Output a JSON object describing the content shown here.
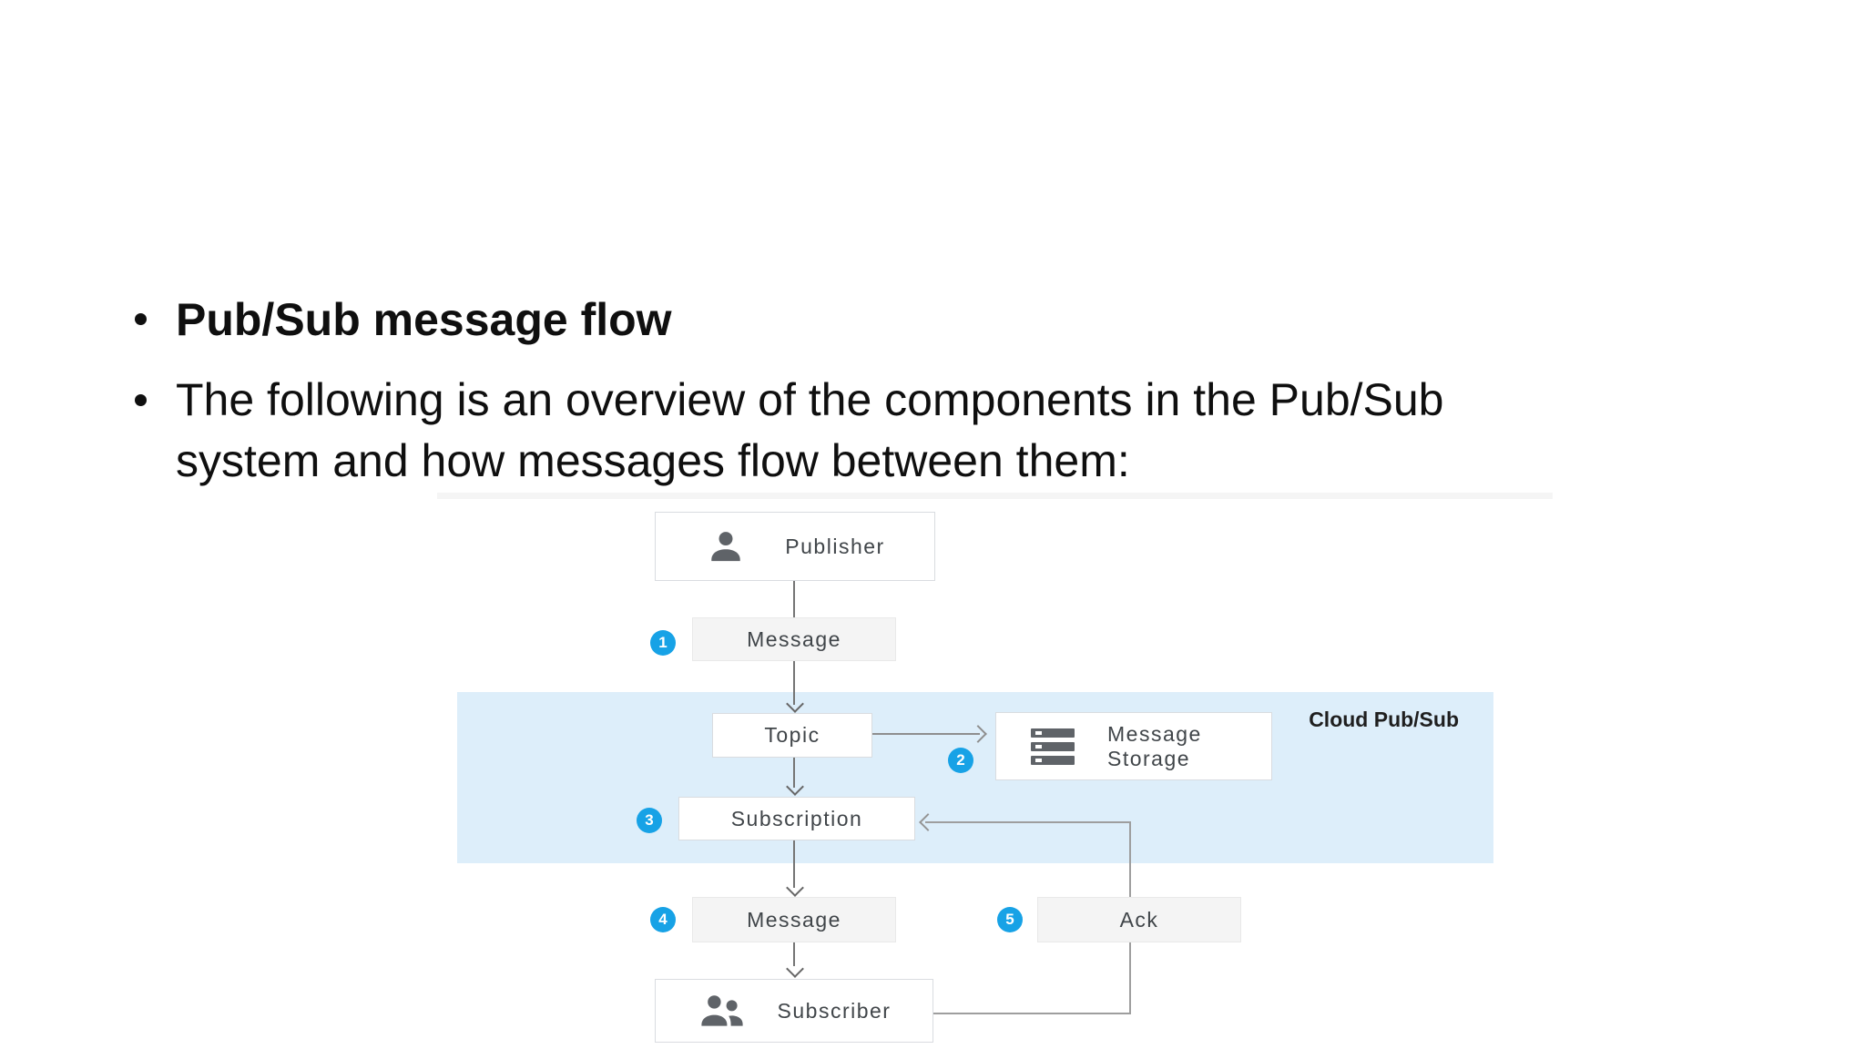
{
  "slide": {
    "title_bullet": "Pub/Sub message flow",
    "body_bullet_lines": [
      "The following is an overview of the components in the Pub/Sub",
      "system and how messages flow between them:"
    ]
  },
  "diagram": {
    "region_label": "Cloud Pub/Sub",
    "nodes": {
      "publisher": "Publisher",
      "message_in": "Message",
      "topic": "Topic",
      "storage_line1": "Message",
      "storage_line2": "Storage",
      "subscription": "Subscription",
      "message_out": "Message",
      "ack": "Ack",
      "subscriber": "Subscriber"
    },
    "badges": [
      "1",
      "2",
      "3",
      "4",
      "5"
    ],
    "icons": {
      "publisher": "person-icon",
      "subscriber": "people-icon",
      "storage": "storage-icon"
    },
    "colors": {
      "region_band": "#ddeefa",
      "badge_blue": "#17a2e6",
      "node_border": "#d9dce0",
      "gray_node_bg": "#f4f4f4",
      "connector_dark": "#6f6f6f",
      "connector_light": "#9e9e9e",
      "icon_gray": "#5f6368",
      "label_text": "#404549"
    }
  }
}
